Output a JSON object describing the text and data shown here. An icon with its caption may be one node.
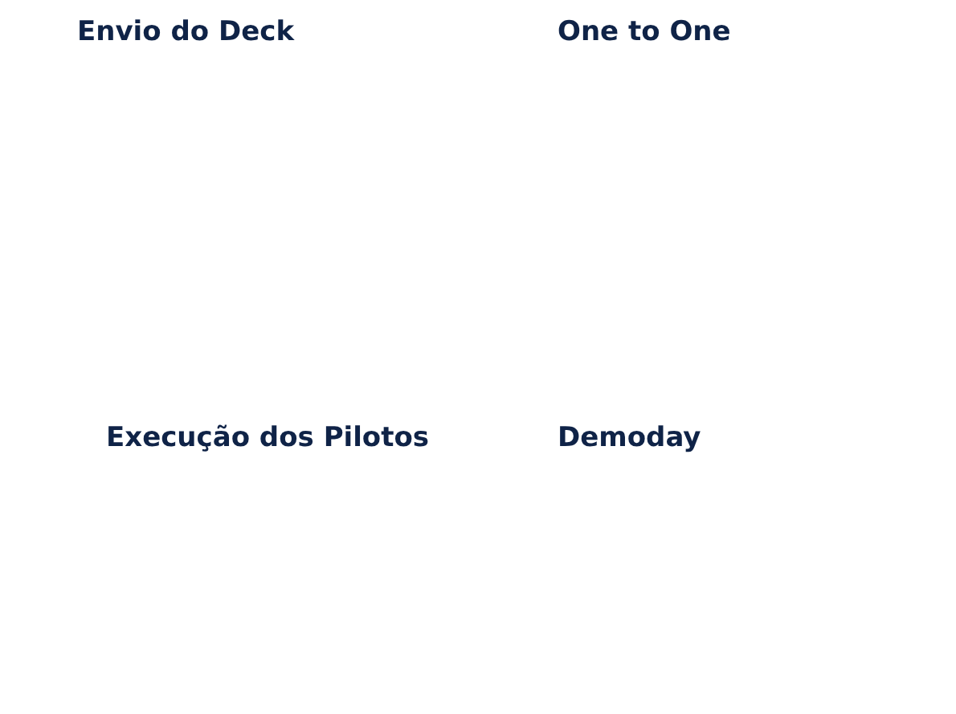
{
  "diagram": {
    "labels": [
      "Envio do Deck",
      "One to One",
      "Execução dos Pilotos",
      "Demoday"
    ]
  }
}
